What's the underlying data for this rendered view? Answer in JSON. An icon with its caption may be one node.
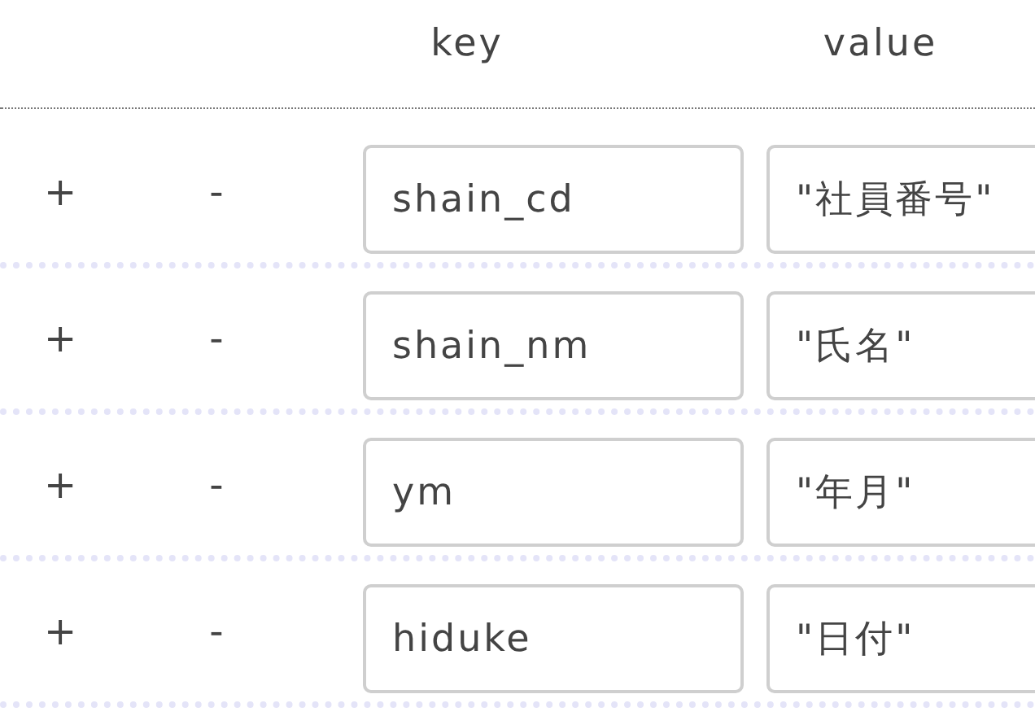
{
  "diagram": {
    "nodes": [
      {
        "text": [
          "shain_cd"
        ]
      },
      {
        "text": [
          "\"社員番号\""
        ]
      },
      {
        "text": [
          "shain_nm"
        ]
      },
      {
        "text": [
          "\"氏名\""
        ]
      },
      {
        "text": [
          "ym"
        ]
      },
      {
        "text": [
          "\"年月\""
        ]
      },
      {
        "text": [
          "hiduke"
        ]
      },
      {
        "text": [
          "\"日付\""
        ]
      }
    ],
    "labels": [
      "key",
      "value",
      "+",
      "-",
      "+",
      "-",
      "+",
      "-",
      "+",
      "-"
    ]
  }
}
